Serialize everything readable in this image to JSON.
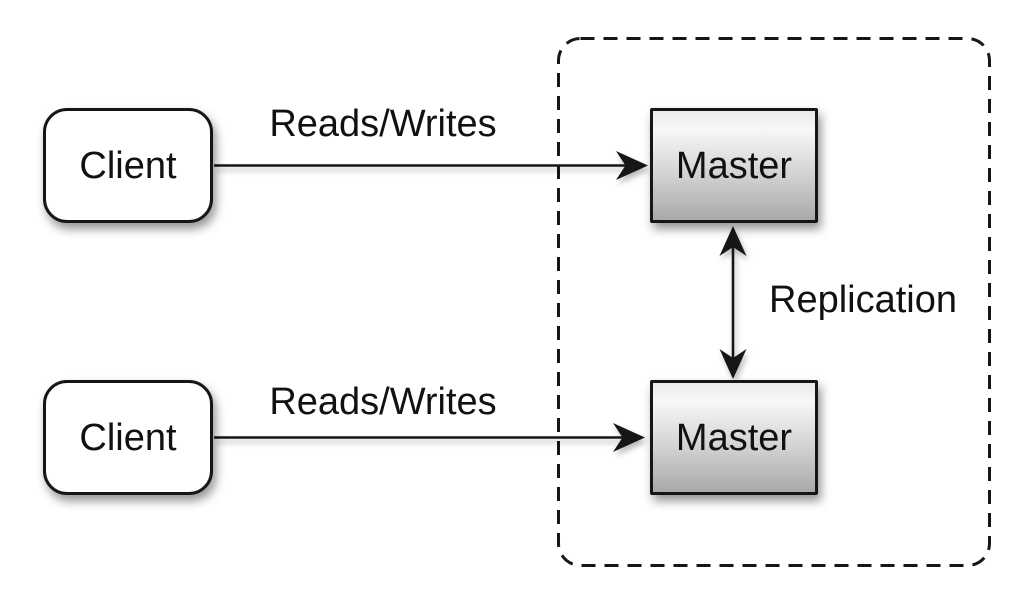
{
  "nodes": {
    "client_top": {
      "label": "Client"
    },
    "client_bottom": {
      "label": "Client"
    },
    "master_top": {
      "label": "Master"
    },
    "master_bottom": {
      "label": "Master"
    }
  },
  "edges": {
    "reads_writes_top": {
      "label": "Reads/Writes"
    },
    "reads_writes_bottom": {
      "label": "Reads/Writes"
    },
    "replication": {
      "label": "Replication"
    }
  },
  "colors": {
    "background": "#ffffff",
    "stroke": "#161616",
    "text": "#111111",
    "client_fill": "#ffffff",
    "master_fill_top": "#e9e9e9",
    "master_fill_light": "#f8f8f8",
    "master_fill_mid": "#cfcfcf",
    "master_fill_bottom": "#a9a9a9"
  }
}
